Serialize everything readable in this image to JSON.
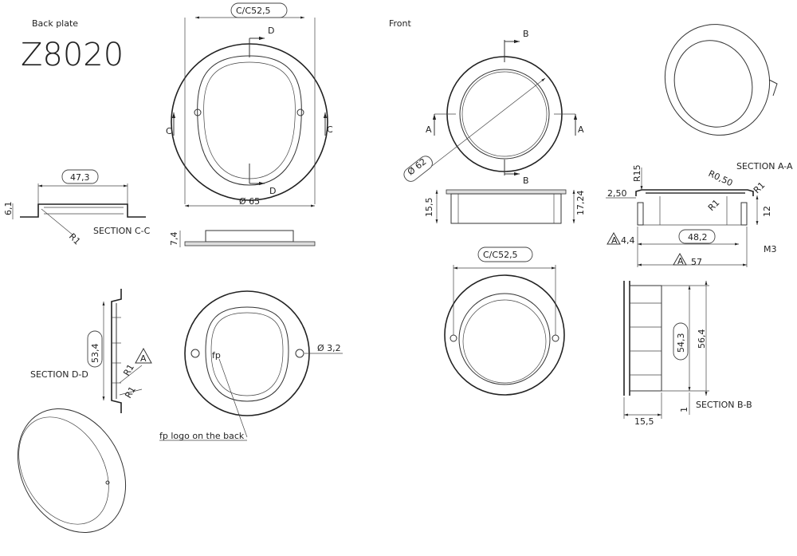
{
  "title": {
    "caption": "Back plate",
    "model": "Z8020"
  },
  "back_plate": {
    "cc": "C/C52,5",
    "section_d_top": "D",
    "section_d_bottom": "D",
    "section_c_left": "C",
    "section_c_right": "C",
    "diameter": "Ø 65",
    "section_cc": {
      "width": "47,3",
      "height": "6,1",
      "radius": "R1",
      "label": "SECTION C-C"
    },
    "side_thickness": "7,4",
    "section_dd": {
      "height": "53,4",
      "radius1": "R1",
      "radius2": "R1",
      "marker": "A",
      "label": "SECTION D-D"
    },
    "hole_diameter": "Ø 3,2",
    "logo_note": "fp logo on the back",
    "logo": "fp"
  },
  "front": {
    "caption": "Front",
    "section_b_top": "B",
    "section_b_bottom": "B",
    "section_a_left": "A",
    "section_a_right": "A",
    "diameter": "Ø 62",
    "side_left": "15,5",
    "side_right": "17,24",
    "cc": "C/C52,5",
    "section_aa": {
      "r15": "R15",
      "lip": "2,50",
      "r050": "R0,50",
      "r1a": "R1",
      "r1b": "R1",
      "label": "SECTION A-A",
      "height": "12",
      "marker1": "A",
      "offset": "4,4",
      "inner": "48,2",
      "thread": "M3",
      "marker2": "A",
      "outer": "57"
    },
    "section_bb": {
      "inner": "54,3",
      "outer": "56,4",
      "depth": "15,5",
      "lip": "1",
      "label": "SECTION B-B"
    }
  }
}
